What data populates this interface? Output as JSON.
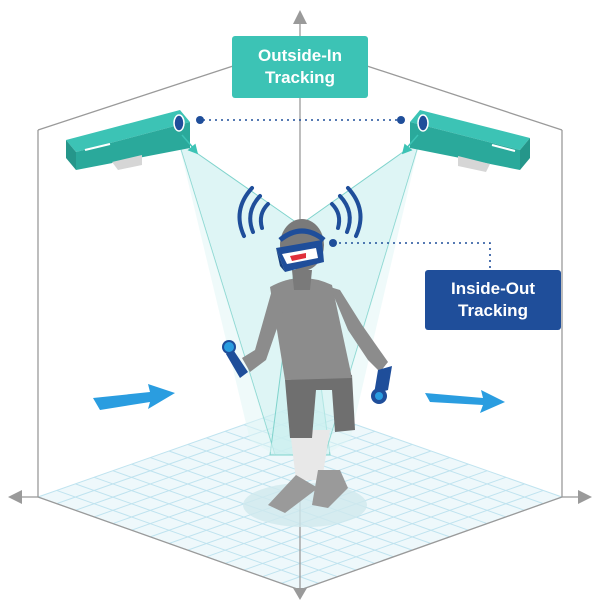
{
  "labels": {
    "outside_in_line1": "Outside-In",
    "outside_in_line2": "Tracking",
    "inside_out_line1": "Inside-Out",
    "inside_out_line2": "Tracking"
  },
  "colors": {
    "teal": "#3cc3b5",
    "teal_dark": "#2aa99b",
    "navy": "#1f4e9a",
    "blue_arrow": "#2a9de0",
    "floor_grid": "#bfe3ef",
    "frame": "#9a9a9a",
    "body_gray": "#8c8c8c",
    "beam": "#cdeff0"
  },
  "icons": [
    "sensor-left-icon",
    "sensor-right-icon",
    "signal-waves-icon",
    "vr-headset-icon",
    "controller-icon",
    "direction-arrow-icon"
  ]
}
